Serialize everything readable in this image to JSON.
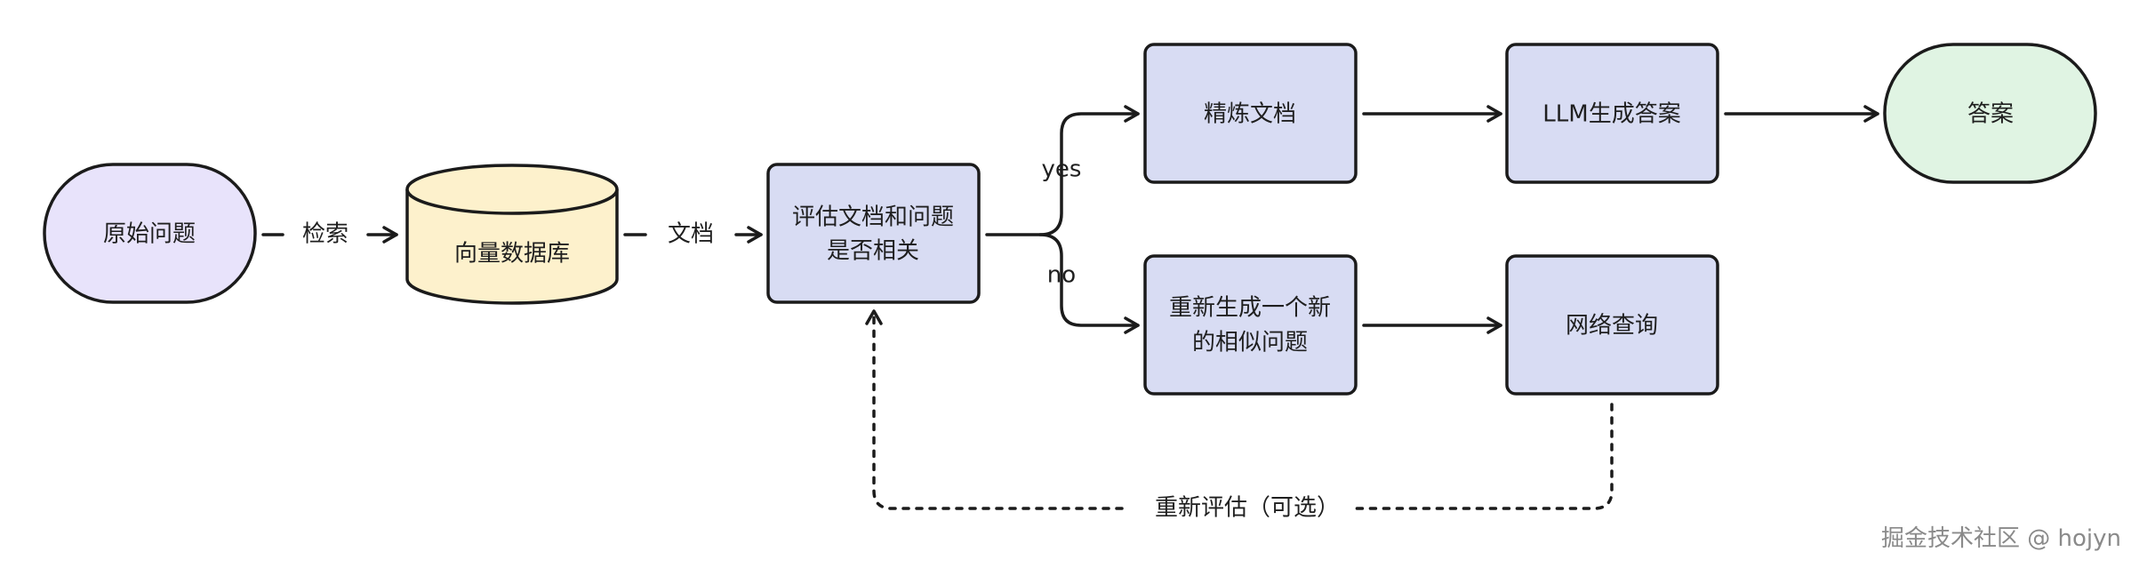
{
  "nodes": {
    "original_question": "原始问题",
    "vector_db": "向量数据库",
    "evaluate_line1": "评估文档和问题",
    "evaluate_line2": "是否相关",
    "refine_docs": "精炼文档",
    "llm_answer": "LLM生成答案",
    "answer": "答案",
    "regenerate_line1": "重新生成一个新",
    "regenerate_line2": "的相似问题",
    "web_search": "网络查询"
  },
  "edges": {
    "retrieve": "检索",
    "documents": "文档",
    "yes": "yes",
    "no": "no",
    "reevaluate": "重新评估（可选）"
  },
  "watermark": "掘金技术社区 @ hojyn",
  "colors": {
    "stadium_purple": "#e8e3fb",
    "cylinder_yellow": "#fdf1cc",
    "box_blue": "#d8dcf3",
    "stadium_green": "#e0f4e3",
    "stroke": "#1b1b1b"
  }
}
